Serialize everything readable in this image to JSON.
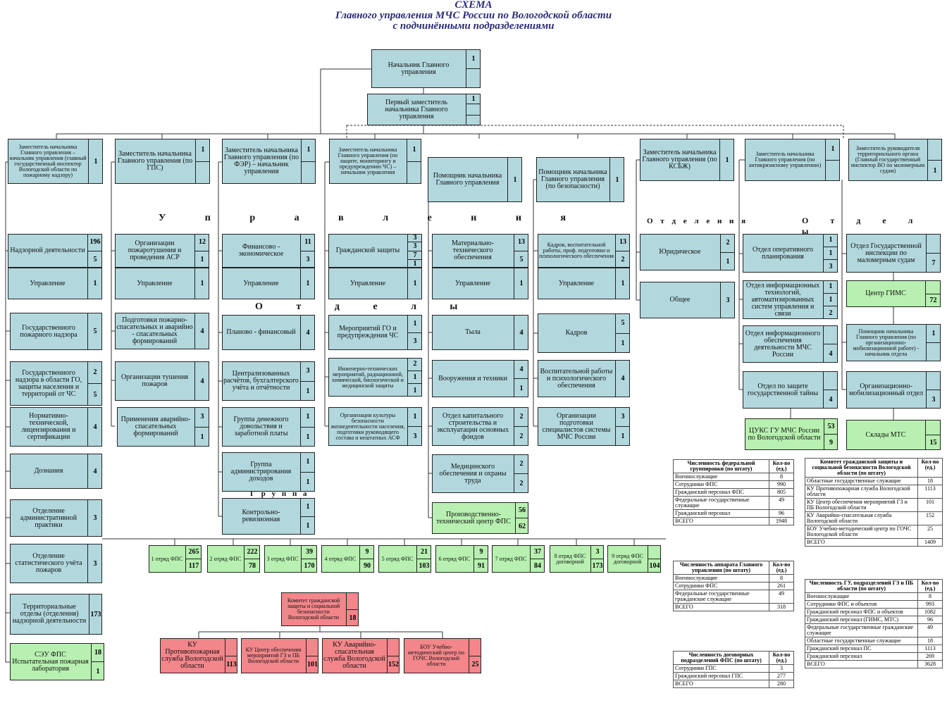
{
  "title": {
    "l1": "СХЕМА",
    "l2": "Главного управления МЧС России по Вологодской области",
    "l3": "с подчинёнными подразделениями"
  },
  "labels": {
    "upravleniya": "У п р а в л е н и я",
    "otdely_mid": "О т д е л ы",
    "gruppa": "Г р у п п а",
    "otdeleniya": "О т д е л е н и я",
    "otdely_right": "О т д е л ы"
  },
  "boxes": [
    {
      "id": "chief",
      "t": "Начальник Главного управления",
      "n": [
        "1",
        ""
      ]
    },
    {
      "id": "first-deputy",
      "t": "Первый заместитель начальника Главного управления",
      "n": [
        "1",
        "",
        ""
      ]
    },
    {
      "id": "dep-gpn",
      "t": "Заместитель начальника Главного управления – начальник управления (главный государственный инспектор Вологодской области по пожарному надзору)",
      "n": [
        "1"
      ],
      "s": 1
    },
    {
      "id": "dep-gps",
      "t": "Заместитель начальника Главного управления (по ГПС)",
      "n": [
        "1",
        ""
      ]
    },
    {
      "id": "dep-fer",
      "t": "Заместитель начальника Главного управления (по ФЭР) – начальник управления",
      "n": [
        "1",
        ""
      ]
    },
    {
      "id": "dep-gz",
      "t": "Заместитель начальника Главного управления (по защите, мониторингу и предупреждению ЧС) – начальник управления",
      "n": [
        "1",
        ""
      ],
      "s": 1
    },
    {
      "id": "asst-1",
      "t": "Помощник начальника Главного управления",
      "n": [
        "1"
      ]
    },
    {
      "id": "asst-sec",
      "t": "Помощник начальника Главного управления (по безопасности)",
      "n": [
        "1"
      ]
    },
    {
      "id": "dep-ksbzh",
      "t": "Заместитель начальника Главного управления (по КСБЖ)",
      "n": [
        "1"
      ]
    },
    {
      "id": "dep-anti",
      "t": "Заместитель начальника Главного управления (по антикризисному управлению)",
      "n": [
        "1",
        ""
      ],
      "s": 1
    },
    {
      "id": "dep-gims",
      "t": "Заместитель руководителя территориального органа (Главный государственный инспектор ВО по маломерным судам)",
      "n": [
        "",
        "1"
      ],
      "s": 1
    },
    {
      "id": "nadzor",
      "t": "Надзорной деятельности",
      "n": [
        "196",
        "5"
      ]
    },
    {
      "id": "nadzor-upr",
      "t": "Управление",
      "n": [
        "1"
      ]
    },
    {
      "id": "gpn",
      "t": "Государственного пожарного надзора",
      "n": [
        "5"
      ]
    },
    {
      "id": "gn-go",
      "t": "Государственного надзора в области ГО, защиты населения и территорий от ЧС",
      "n": [
        "2",
        "5"
      ]
    },
    {
      "id": "norm",
      "t": "Нормативно-технической, лицензирования и сертификации",
      "n": [
        "4"
      ]
    },
    {
      "id": "doznaniya",
      "t": "Дознания",
      "n": [
        "4"
      ]
    },
    {
      "id": "adm-prakt",
      "t": "Отделение административной практики",
      "n": [
        "3"
      ]
    },
    {
      "id": "stat",
      "t": "Отделение статистического учёта пожаров",
      "n": [
        "3"
      ]
    },
    {
      "id": "terr",
      "t": "Территориальные отделы (отделения) надзорной деятельности",
      "n": [
        "173"
      ]
    },
    {
      "id": "seu",
      "t": "СЭУ ФПС Испытательная пожарная лаборатория",
      "n": [
        "18",
        "1"
      ],
      "c": "gr"
    },
    {
      "id": "org-pt",
      "t": "Организации пожаротушения и проведения АСР",
      "n": [
        "12",
        "1"
      ]
    },
    {
      "id": "org-pt-upr",
      "t": "Управление",
      "n": [
        "1"
      ]
    },
    {
      "id": "podg",
      "t": "Подготовки пожарно-спасательных и аварийно - спасательных формирований",
      "n": [
        "4"
      ]
    },
    {
      "id": "org-tush",
      "t": "Организации тушения пожаров",
      "n": [
        "4"
      ]
    },
    {
      "id": "prim",
      "t": "Применения аварийно-спасательных формирований",
      "n": [
        "3",
        "1"
      ]
    },
    {
      "id": "fin",
      "t": "Финансово - экономическое",
      "n": [
        "11",
        "3"
      ]
    },
    {
      "id": "fin-upr",
      "t": "Управление",
      "n": [
        "1"
      ]
    },
    {
      "id": "plan-fin",
      "t": "Планово - финансовый",
      "n": [
        "4"
      ]
    },
    {
      "id": "centr-rasch",
      "t": "Централизованных расчётов, бухгалтерского учёта и отчётности",
      "n": [
        "3",
        "1"
      ]
    },
    {
      "id": "gr-den",
      "t": "Группа денежного довольствия и заработной платы",
      "n": [
        "1",
        "1"
      ]
    },
    {
      "id": "gr-adm",
      "t": "Группа администрирования доходов",
      "n": [
        "1",
        "1"
      ]
    },
    {
      "id": "kontr",
      "t": "Контрольно-ревизионная",
      "n": [
        "1",
        "1"
      ]
    },
    {
      "id": "gz",
      "t": "Гражданской защиты",
      "n": [
        "3",
        "3",
        "7",
        "1"
      ]
    },
    {
      "id": "gz-upr",
      "t": "Управление",
      "n": [
        "1"
      ]
    },
    {
      "id": "mer-go",
      "t": "Мероприятий ГО и предупреждения ЧС",
      "n": [
        "1",
        "3"
      ]
    },
    {
      "id": "inzh",
      "t": "Инженерно-технических мероприятий, радиационной, химической, биологической и медицинской защиты",
      "n": [
        "2",
        "1",
        "1"
      ],
      "s": 1
    },
    {
      "id": "org-kult",
      "t": "Организации культуры безопасности жизнедеятельности населения, подготовки руководящего состава и нештатных АСФ",
      "n": [
        "1",
        "3"
      ],
      "s": 1
    },
    {
      "id": "mto",
      "t": "Материально-технического обеспечения",
      "n": [
        "13",
        "5"
      ]
    },
    {
      "id": "mto-upr",
      "t": "Управление",
      "n": [
        "1"
      ]
    },
    {
      "id": "tyla",
      "t": "Тыла",
      "n": [
        "4"
      ]
    },
    {
      "id": "vooruzh",
      "t": "Вооружения и техники",
      "n": [
        "4",
        "1"
      ]
    },
    {
      "id": "kap-str",
      "t": "Отдел капитального строительства и эксплуатации основных фондов",
      "n": [
        "2",
        "2"
      ]
    },
    {
      "id": "med",
      "t": "Медицинского обеспечения и охраны труда",
      "n": [
        "2",
        "2"
      ]
    },
    {
      "id": "ptc",
      "t": "Производственно-технический центр ФПС",
      "n": [
        "56",
        "62"
      ],
      "c": "gr"
    },
    {
      "id": "kadr",
      "t": "Кадров, воспитательной работы, проф. подготовки и психологического обеспечения",
      "n": [
        "13",
        "2"
      ],
      "s": 1
    },
    {
      "id": "kadr-upr",
      "t": "Управление",
      "n": [
        "1"
      ]
    },
    {
      "id": "kadrov",
      "t": "Кадров",
      "n": [
        "5",
        "1"
      ]
    },
    {
      "id": "vosp",
      "t": "Воспитательной работы и психологического обеспечения",
      "n": [
        "4"
      ]
    },
    {
      "id": "org-podg",
      "t": "Организации подготовки специалистов системы МЧС России",
      "n": [
        "3",
        "1"
      ]
    },
    {
      "id": "yur",
      "t": "Юридическое",
      "n": [
        "2",
        "1"
      ]
    },
    {
      "id": "obshchee",
      "t": "Общее",
      "n": [
        "3"
      ]
    },
    {
      "id": "oper-plan",
      "t": "Отдел оперативного планирования",
      "n": [
        "1",
        "1",
        "3"
      ]
    },
    {
      "id": "inf-tech",
      "t": "Отдел информационных технологий, автоматизированных систем управления и связи",
      "n": [
        "1",
        "1",
        "2"
      ]
    },
    {
      "id": "inf-obesp",
      "t": "Отдел информационного обеспечения деятельности МЧС России",
      "n": [
        "",
        "4"
      ]
    },
    {
      "id": "gos-tayny",
      "t": "Отдел по защите государственной тайны",
      "n": [
        "",
        "4"
      ]
    },
    {
      "id": "tsuks",
      "t": "ЦУКС ГУ МЧС России по Вологодской области",
      "n": [
        "53",
        "9"
      ],
      "c": "gr"
    },
    {
      "id": "gims",
      "t": "Отдел Государственной инспекции по маломерным судам",
      "n": [
        "",
        "7"
      ]
    },
    {
      "id": "centr-gims",
      "t": "Центр ГИМС",
      "n": [
        "",
        "72"
      ],
      "c": "gr"
    },
    {
      "id": "asst-mob",
      "t": "Помощник начальника Главного управления (по организационно-мобилизационной работе) - начальник отдела",
      "n": [
        "1",
        ""
      ],
      "s": 1
    },
    {
      "id": "org-mob",
      "t": "Организационно-мобилизационный отдел",
      "n": [
        "",
        "3"
      ]
    },
    {
      "id": "sklady",
      "t": "Склады МТС",
      "n": [
        "",
        "15"
      ],
      "c": "gr"
    },
    {
      "id": "otr1",
      "t": "1 отряд ФПС",
      "n": [
        "265",
        "117"
      ],
      "c": "gr",
      "s": 1
    },
    {
      "id": "otr2",
      "t": "2 отряд ФПС",
      "n": [
        "222",
        "78"
      ],
      "c": "gr",
      "s": 1
    },
    {
      "id": "otr3",
      "t": "3 отряд ФПС",
      "n": [
        "39",
        "170"
      ],
      "c": "gr",
      "s": 1
    },
    {
      "id": "otr4",
      "t": "4 отряд ФПС",
      "n": [
        "9",
        "90"
      ],
      "c": "gr",
      "s": 1
    },
    {
      "id": "otr5",
      "t": "5 отряд ФПС",
      "n": [
        "21",
        "103"
      ],
      "c": "gr",
      "s": 1
    },
    {
      "id": "otr6",
      "t": "6 отряд ФПС",
      "n": [
        "9",
        "91"
      ],
      "c": "gr",
      "s": 1
    },
    {
      "id": "otr7",
      "t": "7 отряд ФПС",
      "n": [
        "37",
        "84"
      ],
      "c": "gr",
      "s": 1
    },
    {
      "id": "otr8",
      "t": "8 отряд ФПС договорной",
      "n": [
        "3",
        "173"
      ],
      "c": "gr",
      "s": 1
    },
    {
      "id": "otr9",
      "t": "9 отряд ФПС договорной",
      "n": [
        "",
        "104"
      ],
      "c": "gr",
      "s": 1
    },
    {
      "id": "komitet",
      "t": "Комитет гражданской защиты и социальной безопасности Вологодской области",
      "n": [
        "",
        "18"
      ],
      "c": "rd",
      "s": 1
    },
    {
      "id": "ku-prot",
      "t": "КУ Противопожарная служба Вологодской области",
      "n": [
        "",
        "113"
      ],
      "c": "rd"
    },
    {
      "id": "ku-centr",
      "t": "КУ Центр обеспечения мероприятий ГЗ и ПБ Вологодской области",
      "n": [
        "",
        "101"
      ],
      "c": "rd",
      "s": 1
    },
    {
      "id": "ku-avar",
      "t": "КУ Аварийно-спасательная служба Вологодской области",
      "n": [
        "",
        "152"
      ],
      "c": "rd"
    },
    {
      "id": "bou",
      "t": "БОУ Учебно-методический центр по ГОЧС Вологодской области",
      "n": [
        "",
        "25"
      ],
      "c": "rd",
      "s": 1
    }
  ],
  "tables": [
    {
      "id": "t1",
      "h": [
        "Численность федеральной группировки (по штату)",
        "Кол-во (ед.)"
      ],
      "rows": [
        [
          "Военнослужащие",
          "8"
        ],
        [
          "Сотрудники ФПС",
          "990"
        ],
        [
          "Гражданский персонал ФПС",
          "805"
        ],
        [
          "Федеральные государственные служащие",
          "49"
        ],
        [
          "Гражданский персонал",
          "96"
        ],
        [
          "ВСЕГО",
          "1948"
        ]
      ]
    },
    {
      "id": "t2",
      "h": [
        "Численность аппарата Главного управления (по штату)",
        "Кол-во (ед.)"
      ],
      "rows": [
        [
          "Военнослужащие",
          "8"
        ],
        [
          "Сотрудники ФПС",
          "261"
        ],
        [
          "Федеральные государственные гражданские служащие",
          "49"
        ],
        [
          "ВСЕГО",
          "318"
        ]
      ]
    },
    {
      "id": "t3",
      "h": [
        "Численность договорных подразделений ФПС (по штату)",
        "Кол-во (ед.)"
      ],
      "rows": [
        [
          "Сотрудники ГПС",
          "3"
        ],
        [
          "Гражданский персонал ГПС",
          "277"
        ],
        [
          "ВСЕГО",
          "280"
        ]
      ]
    },
    {
      "id": "t4",
      "h": [
        "Комитет гражданской защиты и социальной безопасности Вологодской области (по штату)",
        "Кол-во (ед.)"
      ],
      "rows": [
        [
          "Областные государственные служащие",
          "18"
        ],
        [
          "КУ Противопожарная служба Вологодской области",
          "1113"
        ],
        [
          "КУ Центр обеспечения мероприятий ГЗ и ПБ Вологодской области",
          "101"
        ],
        [
          "КУ Аварийно-спасательная служба Вологодской области",
          "152"
        ],
        [
          "БОУ Учебно-методический центр по ГОЧС Вологодской области",
          "25"
        ],
        [
          "ВСЕГО",
          "1409"
        ]
      ]
    },
    {
      "id": "t5",
      "h": [
        "Численность ГУ, подразделений ГЗ и ПБ области (по штату)",
        "Кол-во (ед.)"
      ],
      "rows": [
        [
          "Военнослужащие",
          "8"
        ],
        [
          "Сотрудники ФПС и объектов",
          "993"
        ],
        [
          "Гражданский персонал ФПС и объектов",
          "1082"
        ],
        [
          "Гражданский персонал (ГИМС, МТС)",
          "96"
        ],
        [
          "Федеральные государственные гражданские служащие",
          "49"
        ],
        [
          "Областные государственные служащие",
          "18"
        ],
        [
          "Гражданский персонал ПС",
          "1113"
        ],
        [
          "Гражданский персонал",
          "269"
        ],
        [
          "ВСЕГО",
          "3628"
        ]
      ]
    }
  ]
}
